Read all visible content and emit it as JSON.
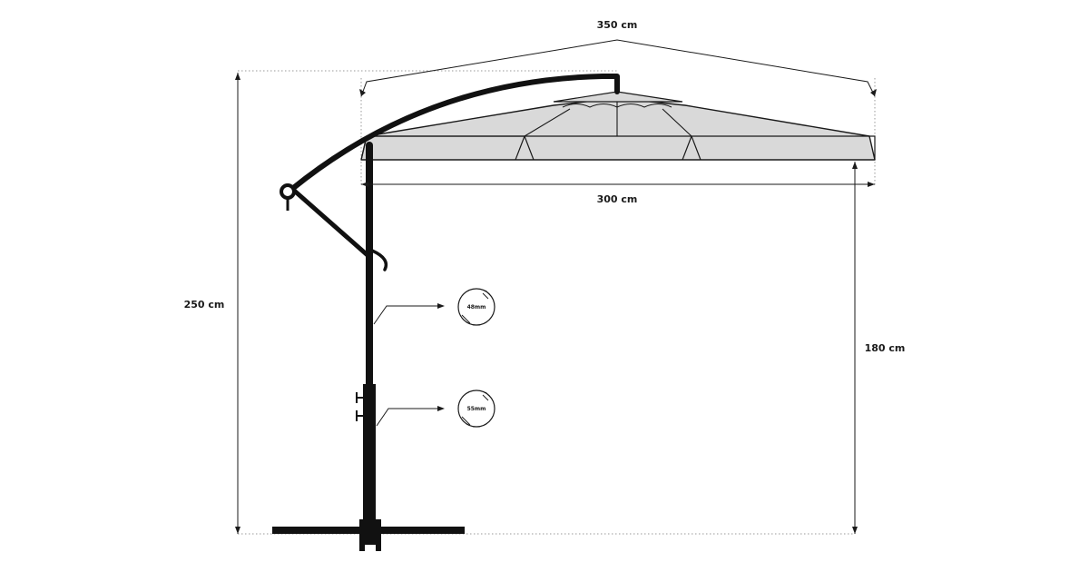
{
  "dimensions": {
    "canopy_total": "350 cm",
    "canopy_width": "300 cm",
    "total_height": "250 cm",
    "clearance_height": "180 cm"
  },
  "pole_diameters": {
    "upper": "48mm",
    "lower": "55mm"
  },
  "colors": {
    "canopy_fill": "#d9d9d9",
    "line": "#1a1a1a",
    "pole": "#111111",
    "guide": "#9a9a9a"
  }
}
